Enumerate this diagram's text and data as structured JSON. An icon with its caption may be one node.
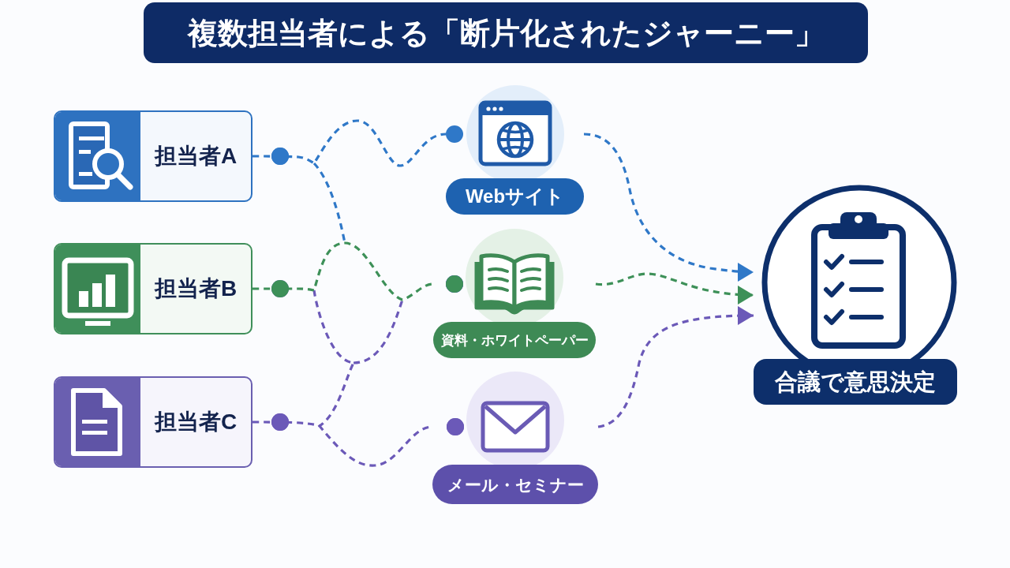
{
  "diagram": {
    "title": "複数担当者による「断片化されたジャーニー」",
    "nodes": [
      {
        "text": [
          "担当者A"
        ]
      },
      {
        "text": [
          "担当者B"
        ]
      },
      {
        "text": [
          "担当者C"
        ]
      },
      {
        "text": [
          "Webサイト"
        ]
      },
      {
        "text": [
          "資料・ホワイトペーパー"
        ]
      },
      {
        "text": [
          "メール・セミナー"
        ]
      },
      {
        "text": [
          "合議で意思決定"
        ]
      }
    ],
    "edges": [
      {
        "from": 0,
        "to": 3,
        "arrow": "other",
        "style": "dashed",
        "color": "#2f78c8"
      },
      {
        "from": 0,
        "to": 4,
        "arrow": "other",
        "style": "dashed",
        "color": "#2f78c8"
      },
      {
        "from": 1,
        "to": 4,
        "arrow": "other",
        "style": "dashed",
        "color": "#3d9058"
      },
      {
        "from": 1,
        "to": 5,
        "arrow": "other",
        "style": "dashed"
      },
      {
        "from": 2,
        "to": 4,
        "arrow": "other",
        "style": "dashed"
      },
      {
        "from": 2,
        "to": 5,
        "arrow": "other",
        "style": "dashed"
      },
      {
        "from": 3,
        "to": 6,
        "arrow": "to",
        "style": "dashed",
        "color": "#2f78c8"
      },
      {
        "from": 4,
        "to": 6,
        "arrow": "to",
        "style": "dashed",
        "color": "#3d9058"
      },
      {
        "from": 5,
        "to": 6,
        "arrow": "to",
        "style": "dashed"
      }
    ]
  }
}
